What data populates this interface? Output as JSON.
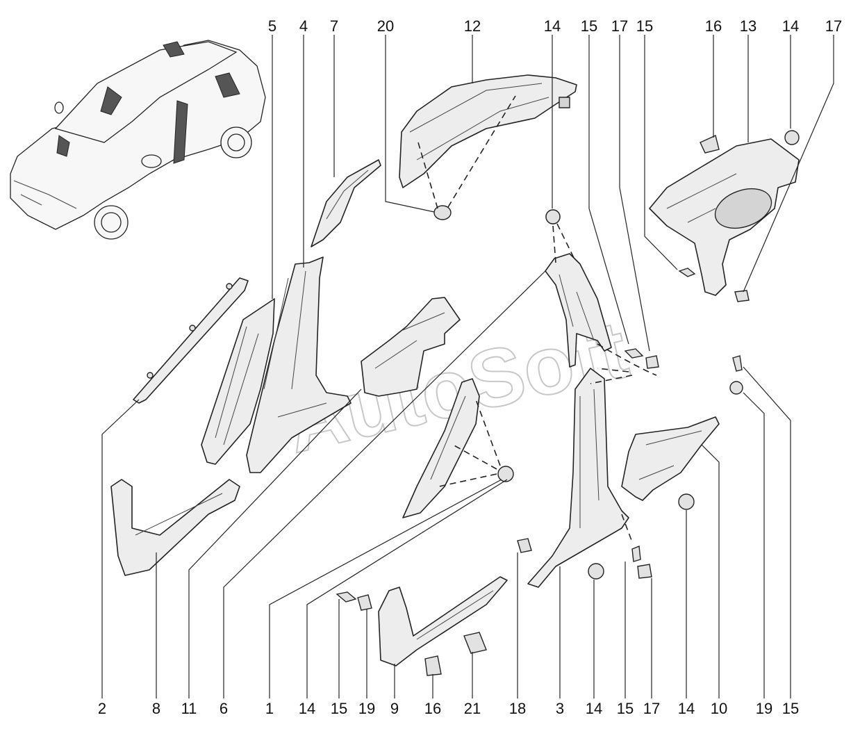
{
  "watermark": "AutoSoft",
  "top_callouts": [
    "5",
    "4",
    "7",
    "20",
    "12",
    "14",
    "15",
    "17",
    "15",
    "16",
    "13",
    "14",
    "17"
  ],
  "bottom_callouts": [
    "2",
    "8",
    "11",
    "6",
    "1",
    "14",
    "15",
    "19",
    "9",
    "16",
    "21",
    "18",
    "3",
    "14",
    "15",
    "17",
    "14",
    "10",
    "19",
    "15"
  ],
  "icons": {
    "car_overview": "car-overview-icon"
  }
}
